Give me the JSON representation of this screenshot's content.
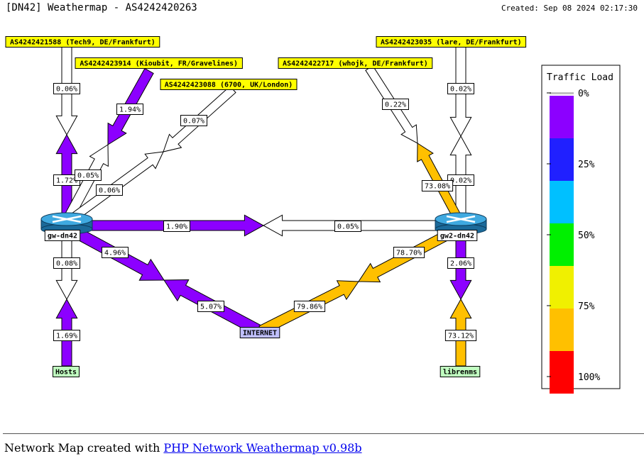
{
  "title": "[DN42] Weathermap - AS4242420263",
  "created": "Created: Sep 08 2024 02:17:30",
  "footer": {
    "prefix": "Network Map created with ",
    "link_text": "PHP Network Weathermap v0.98b"
  },
  "legend": {
    "title": "Traffic Load",
    "bands": [
      {
        "label": "0%",
        "color": "#c0c0c0"
      },
      {
        "label": "",
        "color": "#8c00ff"
      },
      {
        "label": "",
        "color": "#2020ff"
      },
      {
        "label": "25%",
        "color": "#00c0ff"
      },
      {
        "label": "",
        "color": "#00f000"
      },
      {
        "label": "50%",
        "color": "#f0f000"
      },
      {
        "label": "",
        "color": "#ffc000"
      },
      {
        "label": "75%",
        "color": "#ffc000"
      },
      {
        "label": "",
        "color": "#ff0000"
      },
      {
        "label": "100%",
        "color": "#ff0000"
      }
    ]
  },
  "nodes": {
    "gw": "gw-dn42",
    "gw2": "gw2-dn42",
    "internet": "INTERNET",
    "hosts": "Hosts",
    "librenms": "librenms",
    "tech9": "AS4242421588 (Tech9, DE/Frankfurt)",
    "kioubit": "AS4242423914 (Kioubit, FR/Gravelines)",
    "london": "AS4242423088 (6700, UK/London)",
    "lare": "AS4242423035 (lare, DE/Frankfurt)",
    "whojk": "AS4242422717 (whojk, DE/Frankfurt)"
  },
  "links": {
    "tech9_down": "0.06%",
    "tech9_up": "1.72%",
    "kioubit_down": "1.94%",
    "kioubit_up": "0.05%",
    "london_down": "0.07%",
    "london_up": "0.06%",
    "gw_gw2": "1.90%",
    "gw2_gw": "0.05%",
    "gw_internet": "4.96%",
    "internet_gw": "5.07%",
    "gw_hosts": "0.08%",
    "hosts_gw": "1.69%",
    "lare_down": "0.02%",
    "lare_up": "0.02%",
    "whojk_down": "0.22%",
    "whojk_up": "73.08%",
    "gw2_internet": "78.70%",
    "internet_gw2": "79.86%",
    "gw2_librenms": "2.06%",
    "librenms_gw2": "73.12%"
  },
  "colors": {
    "purple": "#8c00ff",
    "orange": "#ffc000",
    "white": "#ffffff",
    "node_yellow": "#ffff00",
    "internet_bg": "#c0c0ff",
    "host_bg": "#c0ffc0"
  }
}
